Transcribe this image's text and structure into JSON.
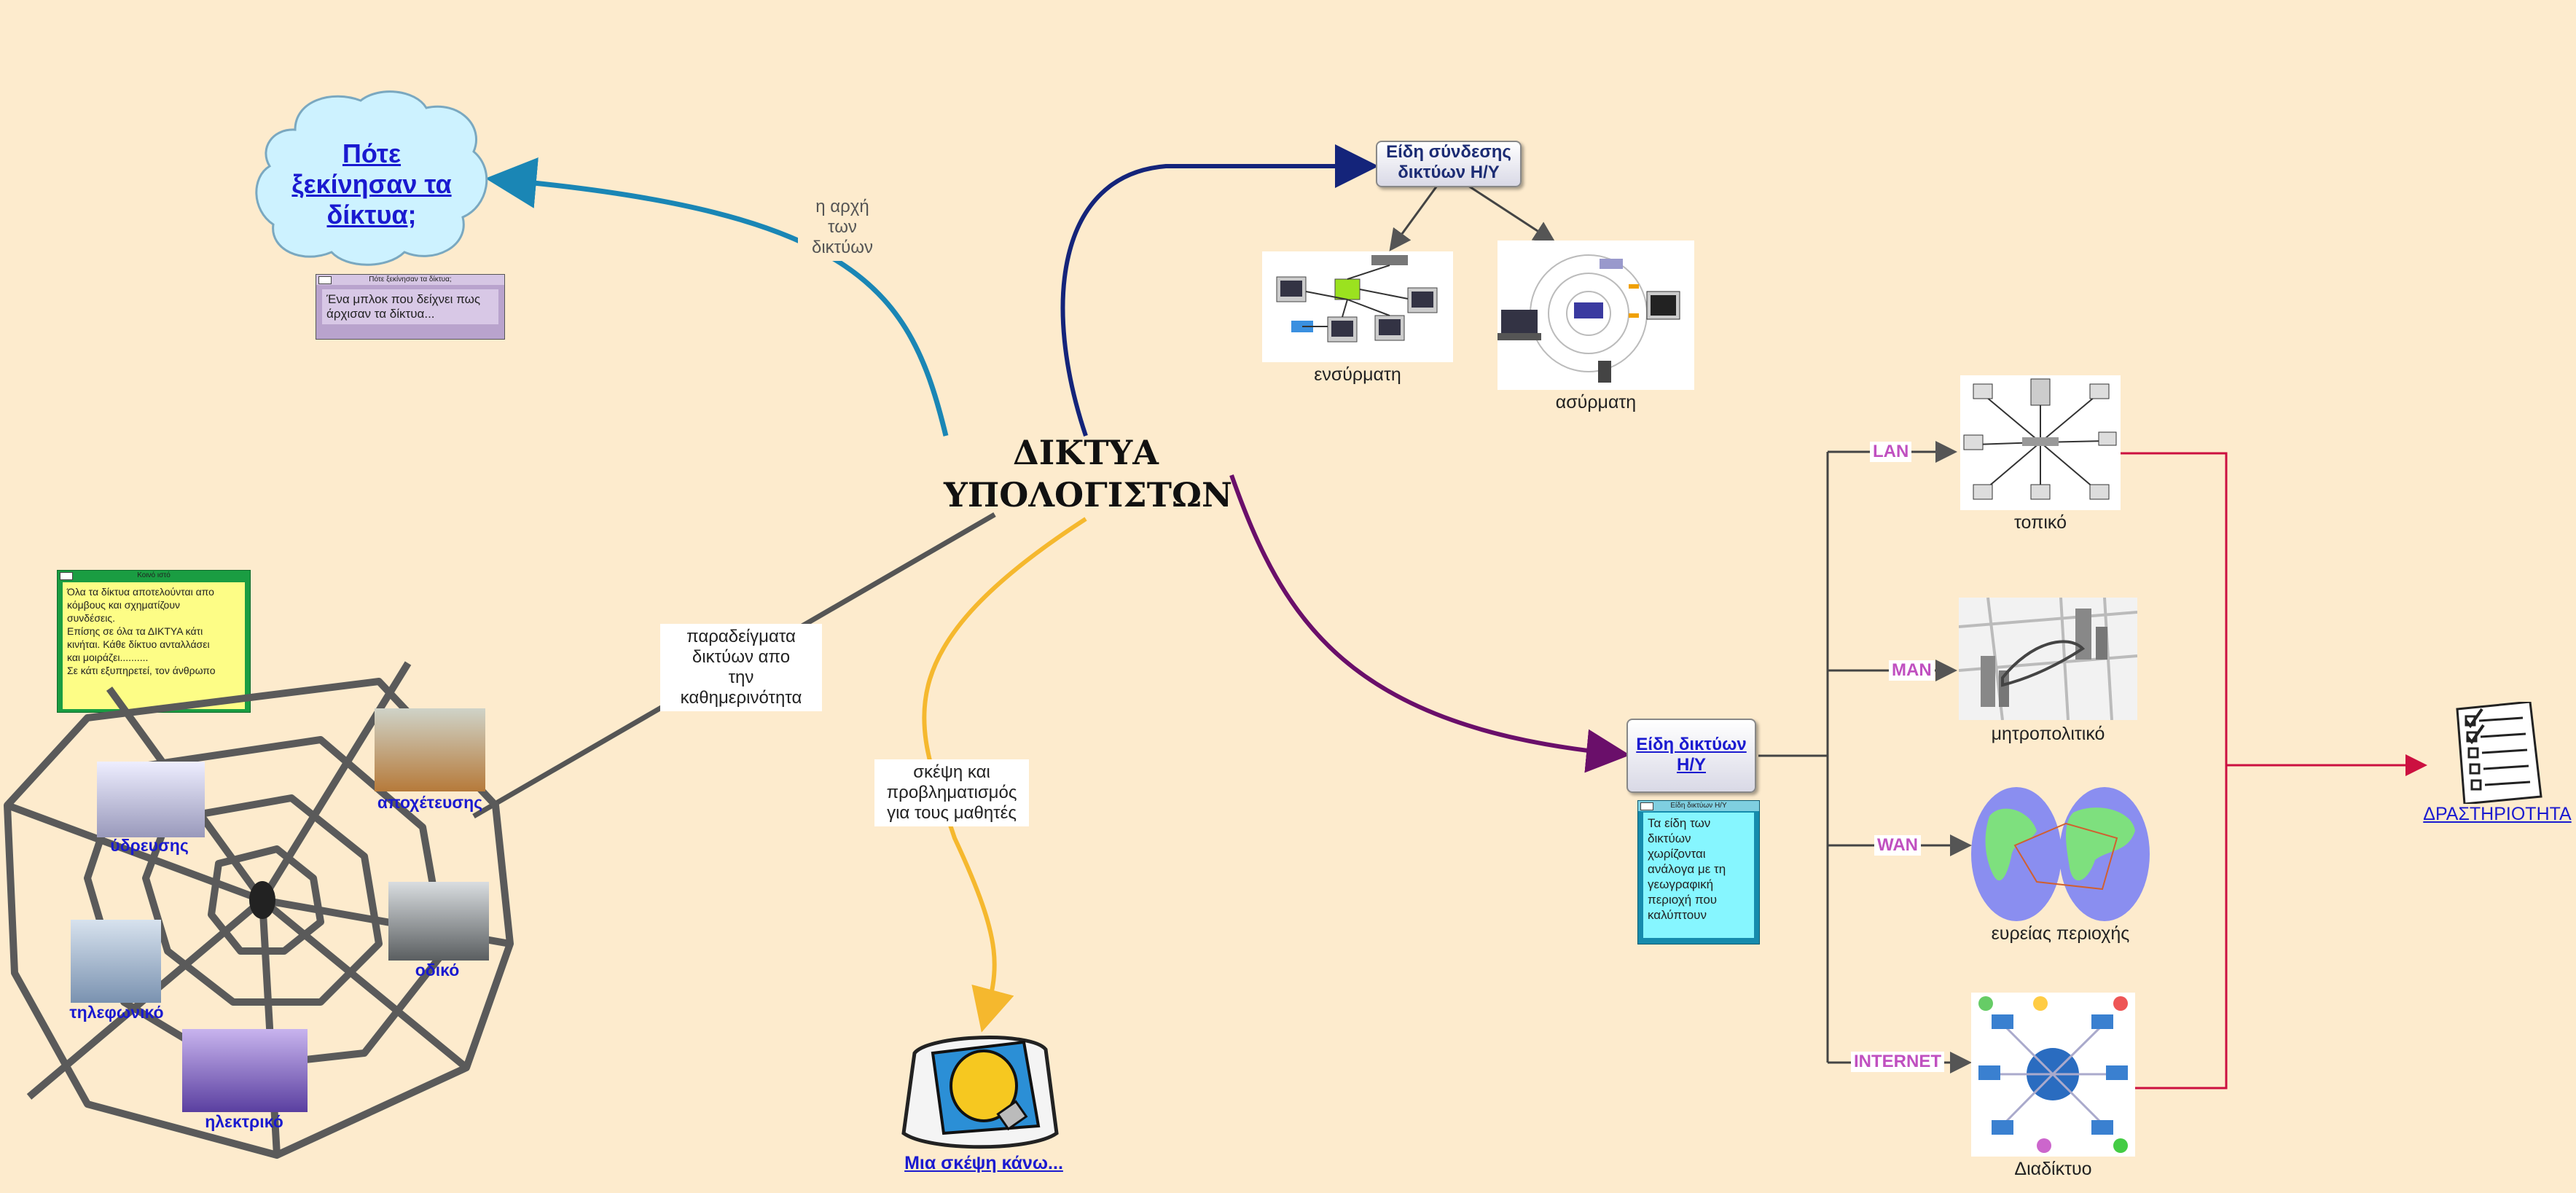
{
  "center_title_line1": "ΔΙΚΤΥΑ",
  "center_title_line2": "ΥΠΟΛΟΓΙΣΤΩΝ",
  "history": {
    "cloud_line1": "Πότε",
    "cloud_line2": "ξεκίνησαν τα",
    "cloud_line3": "δίκτυα;",
    "edge_label_line1": "η αρχή",
    "edge_label_line2": "των",
    "edge_label_line3": "δικτύων",
    "note_title": "Πότε ξεκίνησαν τα δίκτυα;",
    "note_line1": "Ένα μπλοκ που δείχνει πως",
    "note_line2": "άρχισαν τα δίκτυα..."
  },
  "connection": {
    "node_line1": "Είδη σύνδεσης",
    "node_line2": "δικτύων Η/Υ",
    "wired_caption": "ενσύρματη",
    "wireless_caption": "ασύρματη"
  },
  "examples": {
    "edge_label_line1": "παραδείγματα",
    "edge_label_line2": "δικτύων απο",
    "edge_label_line3": "την",
    "edge_label_line4": "καθημερινότητα",
    "note_title": "Κοινό ιστό",
    "note_line1": "Όλα τα δίκτυα αποτελούνται απο",
    "note_line2": "κόμβους και σχηματίζουν",
    "note_line3": "συνδέσεις.",
    "note_line4": "Επίσης σε όλα τα ΔΙΚΤΥΑ κάτι",
    "note_line5": "κινήται. Κάθε δίκτυο ανταλλάσει",
    "note_line6": "και μοιράζει..........",
    "note_line7": "Σε κάτι εξυπηρετεί, τον άνθρωπο",
    "water": "ύδρευσης",
    "sewage": "αποχέτευσης",
    "road": "οδικό",
    "phone": "τηλεφωνικό",
    "electric": "ηλεκτρικό"
  },
  "thinking": {
    "edge_label_line1": "σκέψη και",
    "edge_label_line2": "προβληματισμός",
    "edge_label_line3": "για τους μαθητές",
    "link": "Μια σκέψη κάνω..."
  },
  "types": {
    "node_line1": "Είδη δικτύων",
    "node_line2": "Η/Υ",
    "note_title": "Είδη δικτύων Η/Υ",
    "note_line1": "Τα είδη των",
    "note_line2": "δικτύων",
    "note_line3": "χωρίζονται",
    "note_line4": "ανάλογα με τη",
    "note_line5": "γεωγραφική",
    "note_line6": "περιοχή που",
    "note_line7": "καλύπτουν",
    "lan": "LAN",
    "man": "MAN",
    "wan": "WAN",
    "internet": "INTERNET",
    "lan_caption": "τοπικό",
    "man_caption": "μητροπολιτικό",
    "wan_caption": "ευρείας περιοχής",
    "internet_caption": "Διαδίκτυο",
    "activity": "ΔΡΑΣΤΗΡΙΟΤΗΤΑ"
  },
  "colors": {
    "background": "#fdebcd",
    "history_arrow": "#1a86b5",
    "connection_arrow": "#14247a",
    "types_arrow": "#6a0f6a",
    "thinking_arrow": "#f5b82e",
    "examples_line": "#555555",
    "activity_line": "#cc1040",
    "link_blue": "#1a1ad0",
    "net_label": "#c050c0"
  },
  "icons": [
    "cloud-shape",
    "wired-network-icon",
    "wireless-network-icon",
    "spider-web-icon",
    "lightbulb-icon",
    "lan-diagram-icon",
    "man-map-icon",
    "wan-world-map-icon",
    "internet-globe-icon",
    "checklist-icon"
  ]
}
